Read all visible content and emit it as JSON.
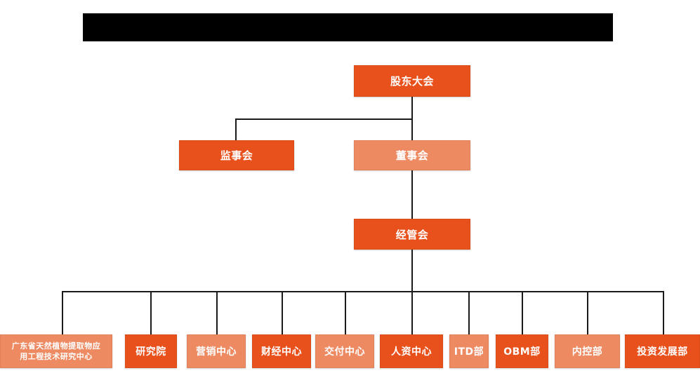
{
  "banner": {
    "text": ""
  },
  "colors": {
    "dark_orange": "#E8511C",
    "light_orange": "#ED8A62",
    "line": "#1A1A1A",
    "banner_bg": "#000000",
    "page_bg": "#FFFFFF",
    "text": "#FFFFFF"
  },
  "nodes": {
    "shareholders": {
      "label": "股东大会",
      "tone": "dark"
    },
    "supervisors": {
      "label": "监事会",
      "tone": "dark"
    },
    "directors": {
      "label": "董事会",
      "tone": "light"
    },
    "management": {
      "label": "经管会",
      "tone": "dark"
    }
  },
  "departments": [
    {
      "label": "广东省天然植物提取物应\n用工程技术研究中心",
      "line1": "广东省天然植物提取物应",
      "line2": "用工程技术研究中心",
      "tone": "light",
      "multiline": true
    },
    {
      "label": "研究院",
      "tone": "dark",
      "multiline": false
    },
    {
      "label": "营销中心",
      "tone": "light",
      "multiline": false
    },
    {
      "label": "财经中心",
      "tone": "dark",
      "multiline": false
    },
    {
      "label": "交付中心",
      "tone": "light",
      "multiline": false
    },
    {
      "label": "人资中心",
      "tone": "dark",
      "multiline": false
    },
    {
      "label": "ITD部",
      "tone": "light",
      "multiline": false
    },
    {
      "label": "OBM部",
      "tone": "dark",
      "multiline": false
    },
    {
      "label": "内控部",
      "tone": "light",
      "multiline": false
    },
    {
      "label": "投资发展部",
      "tone": "dark",
      "multiline": false
    }
  ]
}
